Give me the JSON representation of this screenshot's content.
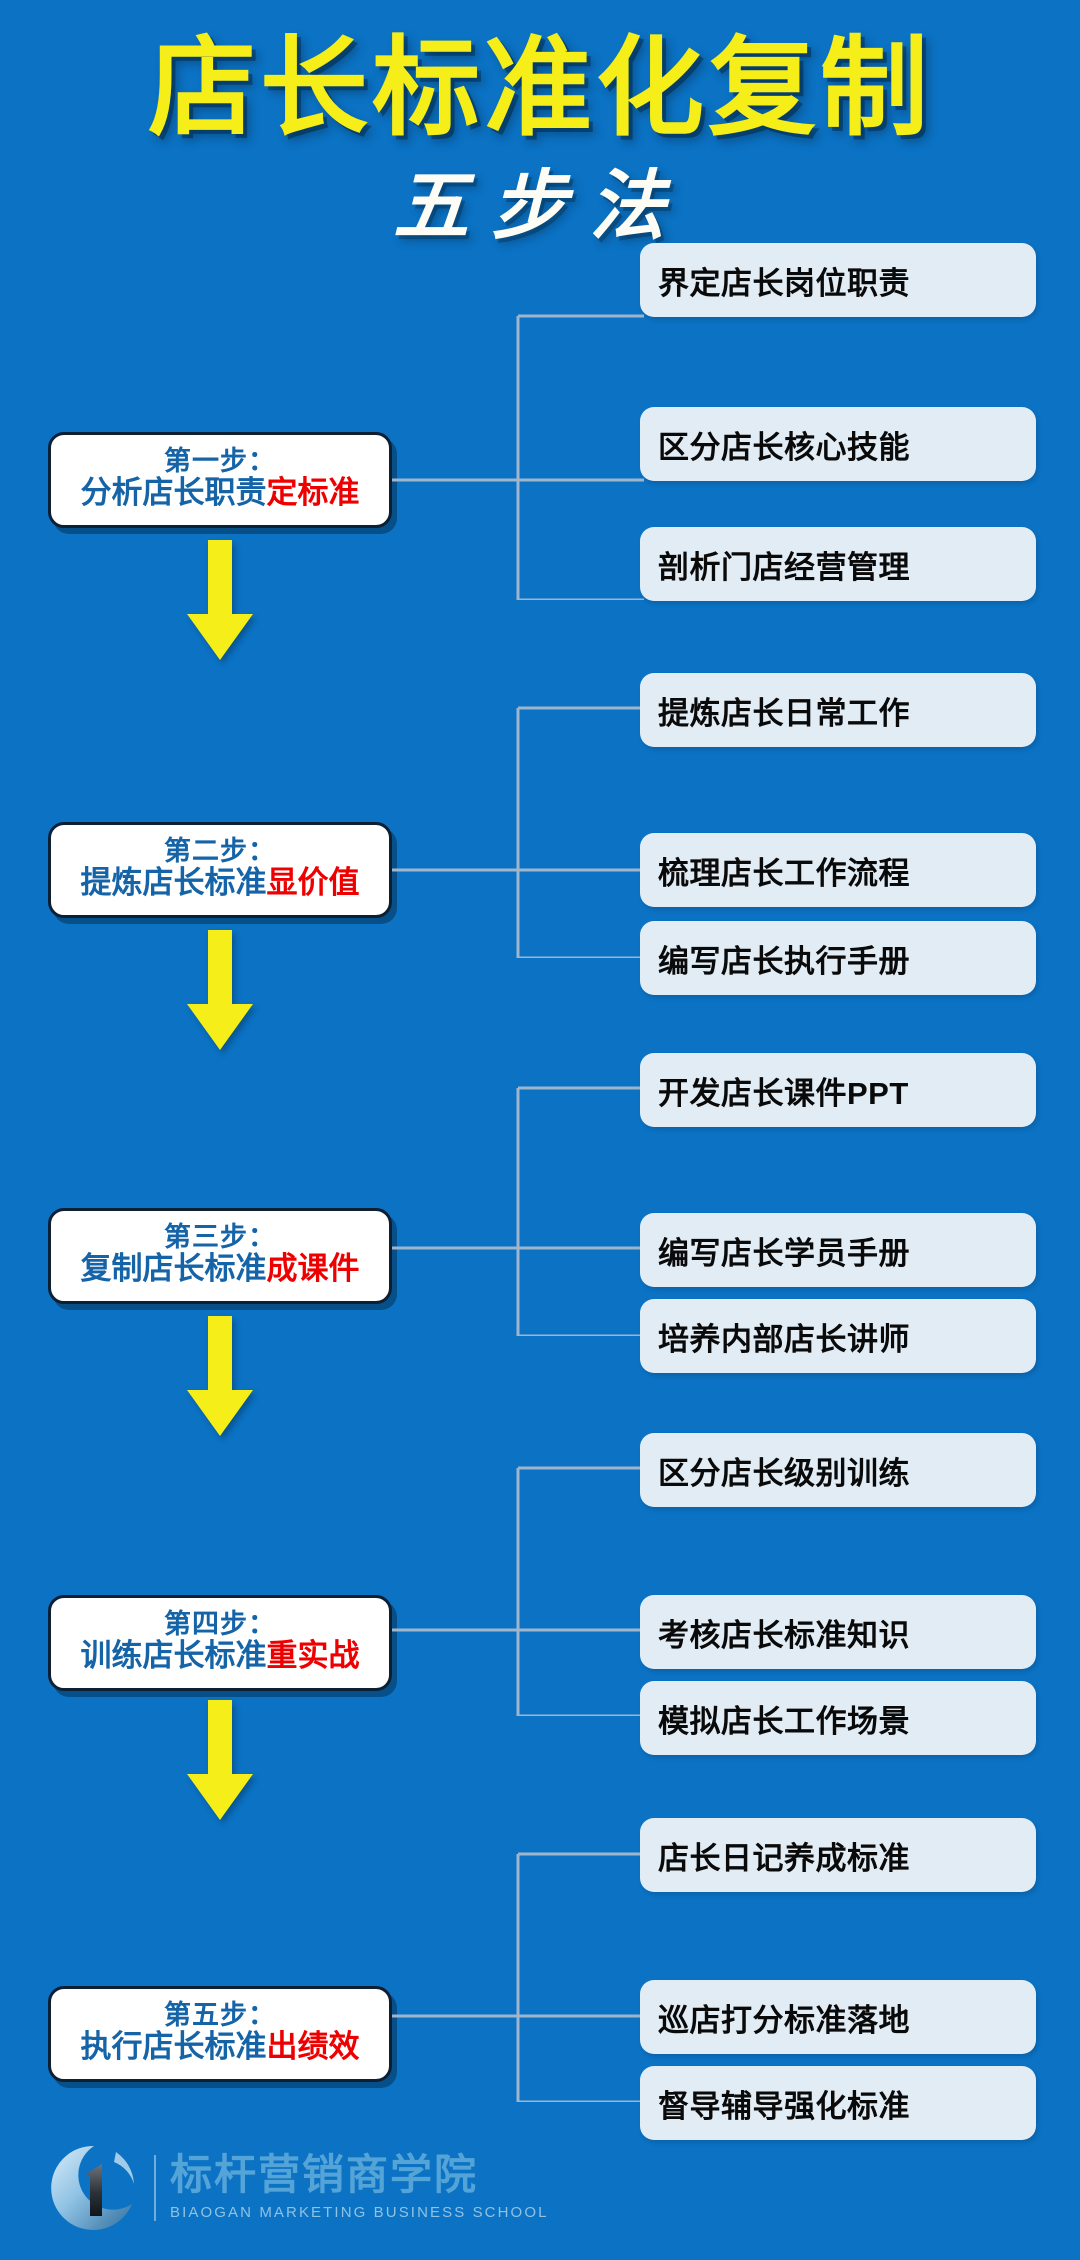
{
  "poster": {
    "title_main": "店长标准化复制",
    "title_sub": "五步法",
    "background_color": "#0b72c4",
    "title_color": "#f5ee18",
    "subtitle_color": "#ffffff",
    "step_text_color": "#1664a8",
    "highlight_color": "#ef0000",
    "arrow_color": "#f5ee18",
    "sub_card_color": "#e2ecf5"
  },
  "steps": [
    {
      "label": "第一步：",
      "action_prefix": "分析店长职责",
      "action_highlight": "定标准",
      "items": [
        "界定店长岗位职责",
        "区分店长核心技能",
        "剖析门店经营管理"
      ]
    },
    {
      "label": "第二步：",
      "action_prefix": "提炼店长标准",
      "action_highlight": "显价值",
      "items": [
        "提炼店长日常工作",
        "梳理店长工作流程",
        "编写店长执行手册"
      ]
    },
    {
      "label": "第三步：",
      "action_prefix": "复制店长标准",
      "action_highlight": "成课件",
      "items": [
        "开发店长课件PPT",
        "编写店长学员手册",
        "培养内部店长讲师"
      ]
    },
    {
      "label": "第四步：",
      "action_prefix": "训练店长标准",
      "action_highlight": "重实战",
      "items": [
        "区分店长级别训练",
        "考核店长标准知识",
        "模拟店长工作场景"
      ]
    },
    {
      "label": "第五步：",
      "action_prefix": "执行店长标准",
      "action_highlight": "出绩效",
      "items": [
        "店长日记养成标准",
        "巡店打分标准落地",
        "督导辅导强化标准"
      ]
    }
  ],
  "logo": {
    "mark": "circle-one-logo-icon",
    "name_cn": "标杆营销商学院",
    "name_en": "BIAOGAN MARKETING BUSINESS SCHOOL"
  }
}
